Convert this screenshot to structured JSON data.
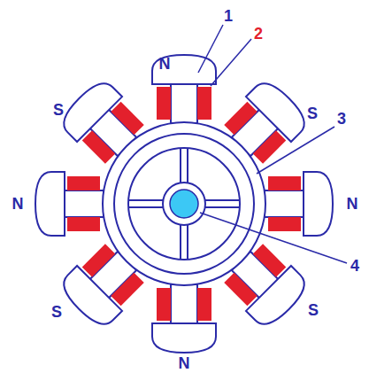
{
  "diagram": {
    "labels": [
      "N",
      "S",
      "S",
      "N",
      "N",
      "S",
      "S",
      "N",
      "1",
      "2",
      "3",
      "4"
    ]
  }
}
